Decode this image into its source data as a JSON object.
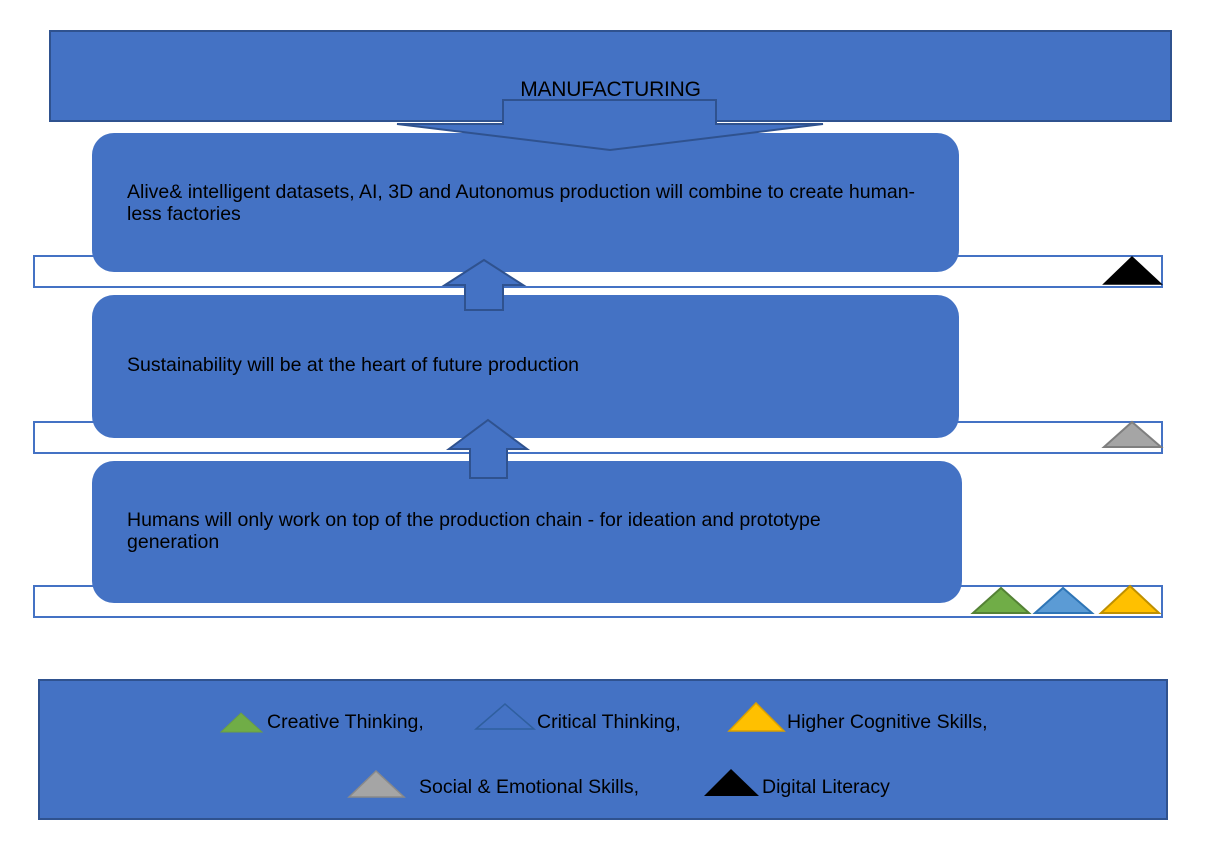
{
  "header": {
    "title": "MANUFACTURING"
  },
  "levels": [
    {
      "text": "Alive& intelligent datasets, AI, 3D and Autonomus production will combine to create human-less factories",
      "skills": [
        "digital-literacy"
      ]
    },
    {
      "text": "Sustainability will be at the heart of future production",
      "skills": [
        "social-emotional-skills"
      ]
    },
    {
      "text": "Humans will only work on top of the production chain - for ideation and prototype generation",
      "skills": [
        "creative-thinking",
        "critical-thinking",
        "higher-cognitive-skills"
      ]
    }
  ],
  "legend": {
    "items": [
      {
        "id": "creative-thinking",
        "label": "Creative Thinking,",
        "fill": "#70ad47",
        "stroke": "#548235"
      },
      {
        "id": "critical-thinking",
        "label": "Critical Thinking,",
        "fill": "#5b9bd5",
        "stroke": "#2e75b6"
      },
      {
        "id": "higher-cognitive-skills",
        "label": "Higher Cognitive Skills,",
        "fill": "#ffc000",
        "stroke": "#bf9000"
      },
      {
        "id": "social-emotional-skills",
        "label": "Social & Emotional Skills,",
        "fill": "#a5a5a5",
        "stroke": "#7f7f7f"
      },
      {
        "id": "digital-literacy",
        "label": "Digital Literacy",
        "fill": "#000000",
        "stroke": "#000000"
      }
    ]
  },
  "colors": {
    "primary": "#4472c4",
    "primary_dark": "#2f528f",
    "background": "#ffffff"
  }
}
